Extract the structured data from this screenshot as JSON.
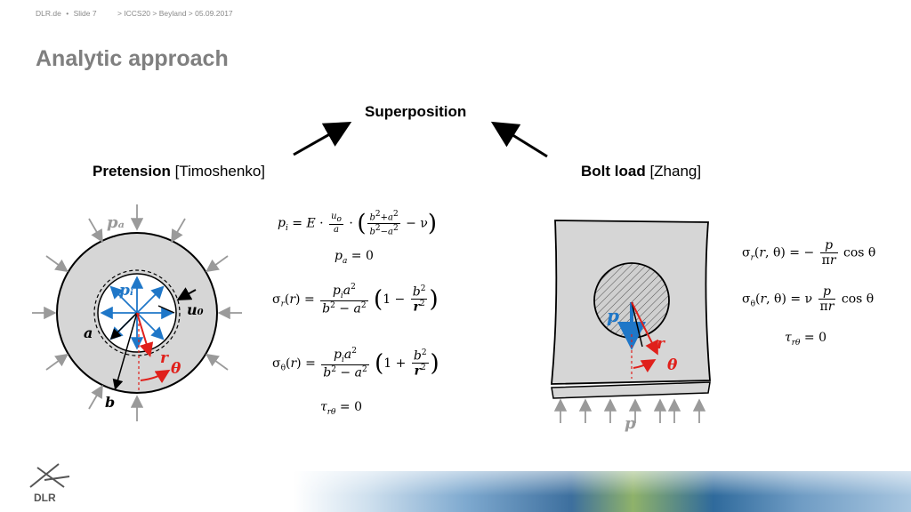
{
  "header": {
    "site": "DLR.de",
    "bullet": "•",
    "slide": "Slide 7",
    "breadcrumb": "> ICCS20 > Beyland > 05.09.2017"
  },
  "title": "Analytic approach",
  "superposition": "Superposition",
  "pretension": {
    "bold": "Pretension",
    "ref": "[Timoshenko]"
  },
  "boltload": {
    "bold": "Bolt load",
    "ref": "[Zhang]"
  },
  "labels": {
    "pa": "pₐ",
    "pi": "pᵢ",
    "u0": "u₀",
    "a": "a",
    "b": "b",
    "r": "r",
    "theta": "θ",
    "p_bolt": "p",
    "r_bolt": "r",
    "theta_bolt": "θ",
    "p_load": "p"
  },
  "logo": "DLR",
  "colors": {
    "blue": "#1f77c8",
    "red": "#e0201b",
    "gray": "#9a9a9a",
    "disk": "#d6d6d6"
  }
}
